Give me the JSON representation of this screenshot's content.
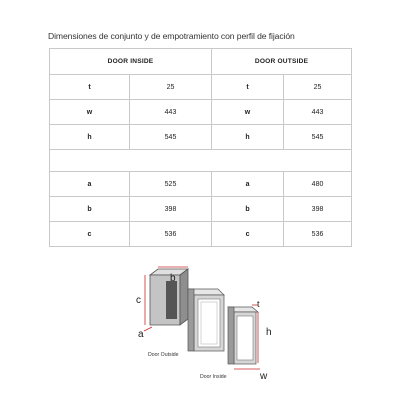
{
  "title": "Dimensiones de conjunto y de empotramiento con perfil de fijación",
  "table": {
    "headers": [
      "DOOR INSIDE",
      "DOOR OUTSIDE"
    ],
    "rows_top": [
      {
        "l1": "t",
        "v1": "25",
        "l2": "t",
        "v2": "25"
      },
      {
        "l1": "w",
        "v1": "443",
        "l2": "w",
        "v2": "443"
      },
      {
        "l1": "h",
        "v1": "545",
        "l2": "h",
        "v2": "545"
      }
    ],
    "rows_bottom": [
      {
        "l1": "a",
        "v1": "525",
        "l2": "a",
        "v2": "480"
      },
      {
        "l1": "b",
        "v1": "398",
        "l2": "b",
        "v2": "398"
      },
      {
        "l1": "c",
        "v1": "536",
        "l2": "c",
        "v2": "536"
      }
    ]
  },
  "diagram": {
    "labels": {
      "a": "a",
      "b": "b",
      "c": "c",
      "t": "t",
      "h": "h",
      "w": "w"
    },
    "caption_outside": "Door Outside",
    "caption_inside": "Door Inside"
  }
}
